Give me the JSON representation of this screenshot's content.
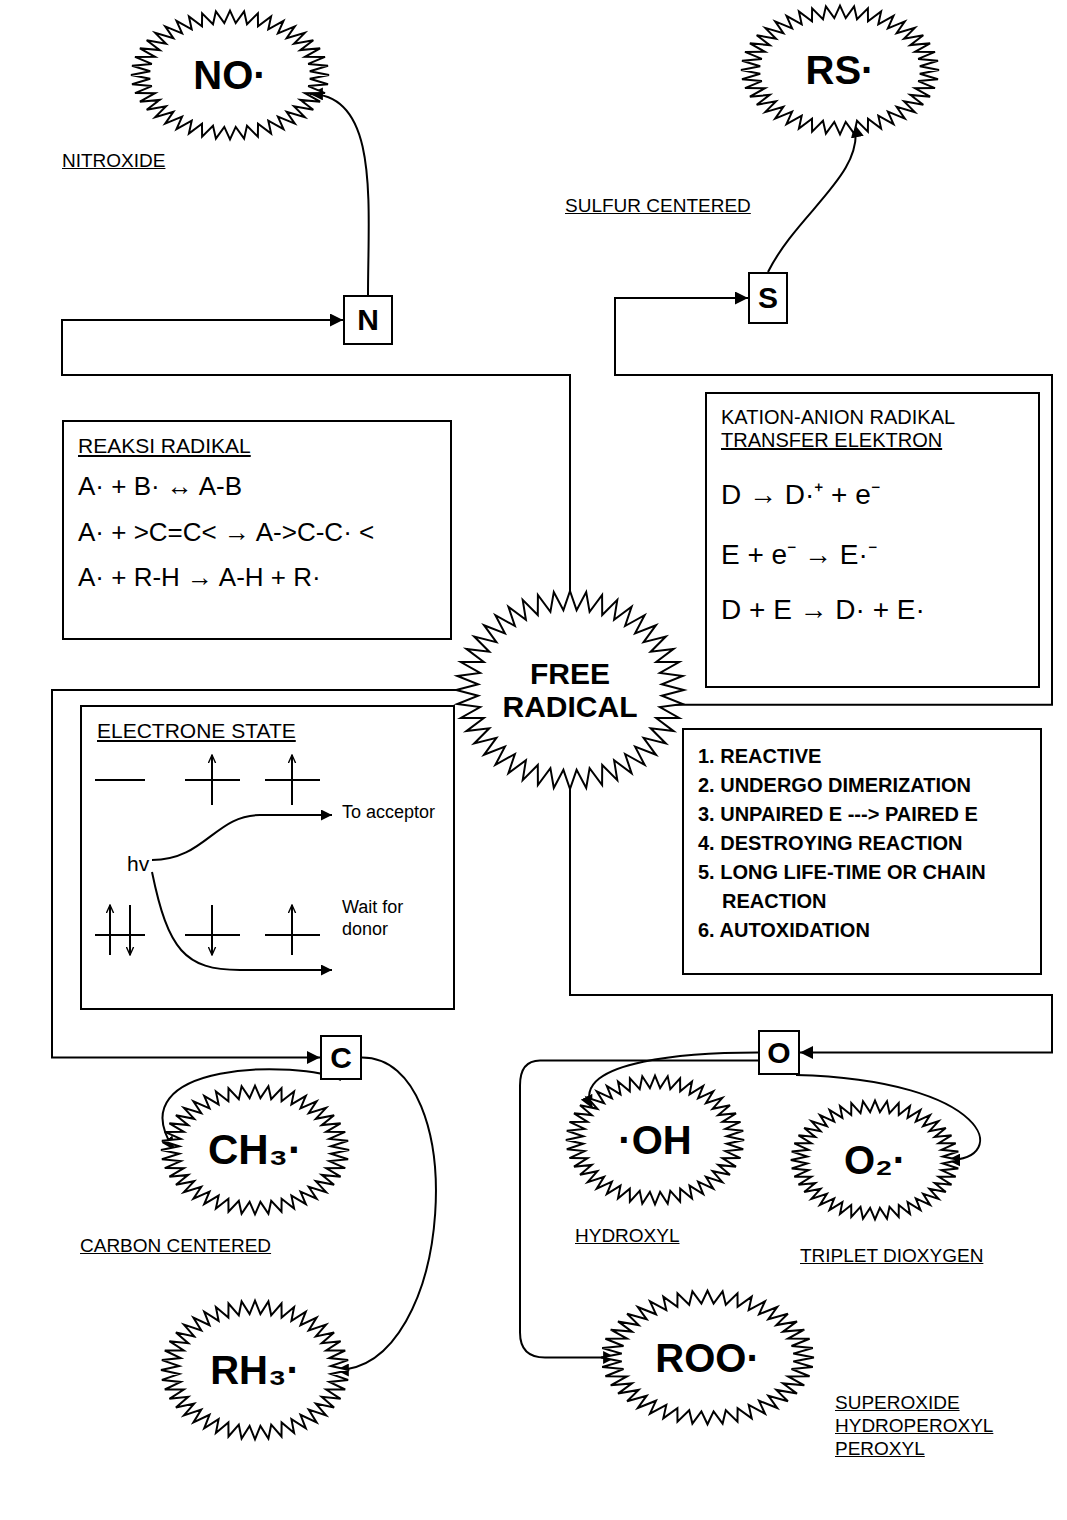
{
  "diagram": {
    "nodes": [
      {
        "text": [
          "NO·"
        ]
      },
      {
        "text": [
          "N"
        ]
      },
      {
        "text": [
          "RS·"
        ]
      },
      {
        "text": [
          "S"
        ]
      },
      {
        "text": [
          "REAKSI RADIKAL",
          "A· + B· ↔ A-B",
          "A· + >C=C< → A->C-C· <",
          "A· + R-H → A-H + R·"
        ]
      },
      {
        "text": [
          "KATION-ANION RADIKAL",
          "TRANSFER ELEKTRON",
          "D → D·⁺ + e⁻",
          "E + e⁻ → E·⁻",
          "D + E → D· + E·"
        ]
      },
      {
        "text": [
          "FREE RADICAL"
        ]
      },
      {
        "text": [
          "ELECTRONE STATE",
          "hv",
          "To acceptor",
          "Wait for donor"
        ]
      },
      {
        "text": [
          "1. REACTIVE",
          "2. UNDERGO DIMERIZATION",
          "3. UNPAIRED E ---> PAIRED E",
          "4. DESTROYING REACTION",
          "5. LONG LIFE-TIME OR CHAIN REACTION",
          "6. AUTOXIDATION"
        ]
      },
      {
        "text": [
          "C"
        ]
      },
      {
        "text": [
          "O"
        ]
      },
      {
        "text": [
          "CH₃·"
        ]
      },
      {
        "text": [
          "·OH"
        ]
      },
      {
        "text": [
          "O₂·"
        ]
      },
      {
        "text": [
          "RH₃·"
        ]
      },
      {
        "text": [
          "ROO·"
        ]
      }
    ],
    "edges": [
      {
        "from": 6,
        "to": 1,
        "arrow": "to"
      },
      {
        "from": 1,
        "to": 0,
        "arrow": "to"
      },
      {
        "from": 6,
        "to": 3,
        "arrow": "to"
      },
      {
        "from": 3,
        "to": 2,
        "arrow": "to"
      },
      {
        "from": 6,
        "to": 9,
        "arrow": "to"
      },
      {
        "from": 9,
        "to": 11,
        "arrow": "to"
      },
      {
        "from": 9,
        "to": 14,
        "arrow": "to"
      },
      {
        "from": 6,
        "to": 10,
        "arrow": "to"
      },
      {
        "from": 10,
        "to": 12,
        "arrow": "to"
      },
      {
        "from": 10,
        "to": 13,
        "arrow": "to"
      },
      {
        "from": 10,
        "to": 15,
        "arrow": "to"
      }
    ],
    "labels": [
      "NITROXIDE",
      "SULFUR CENTERED",
      "CARBON CENTERED",
      "HYDROXYL",
      "TRIPLET DIOXYGEN",
      "SUPEROXIDE HYDROPEROXYL PEROXYL"
    ]
  }
}
